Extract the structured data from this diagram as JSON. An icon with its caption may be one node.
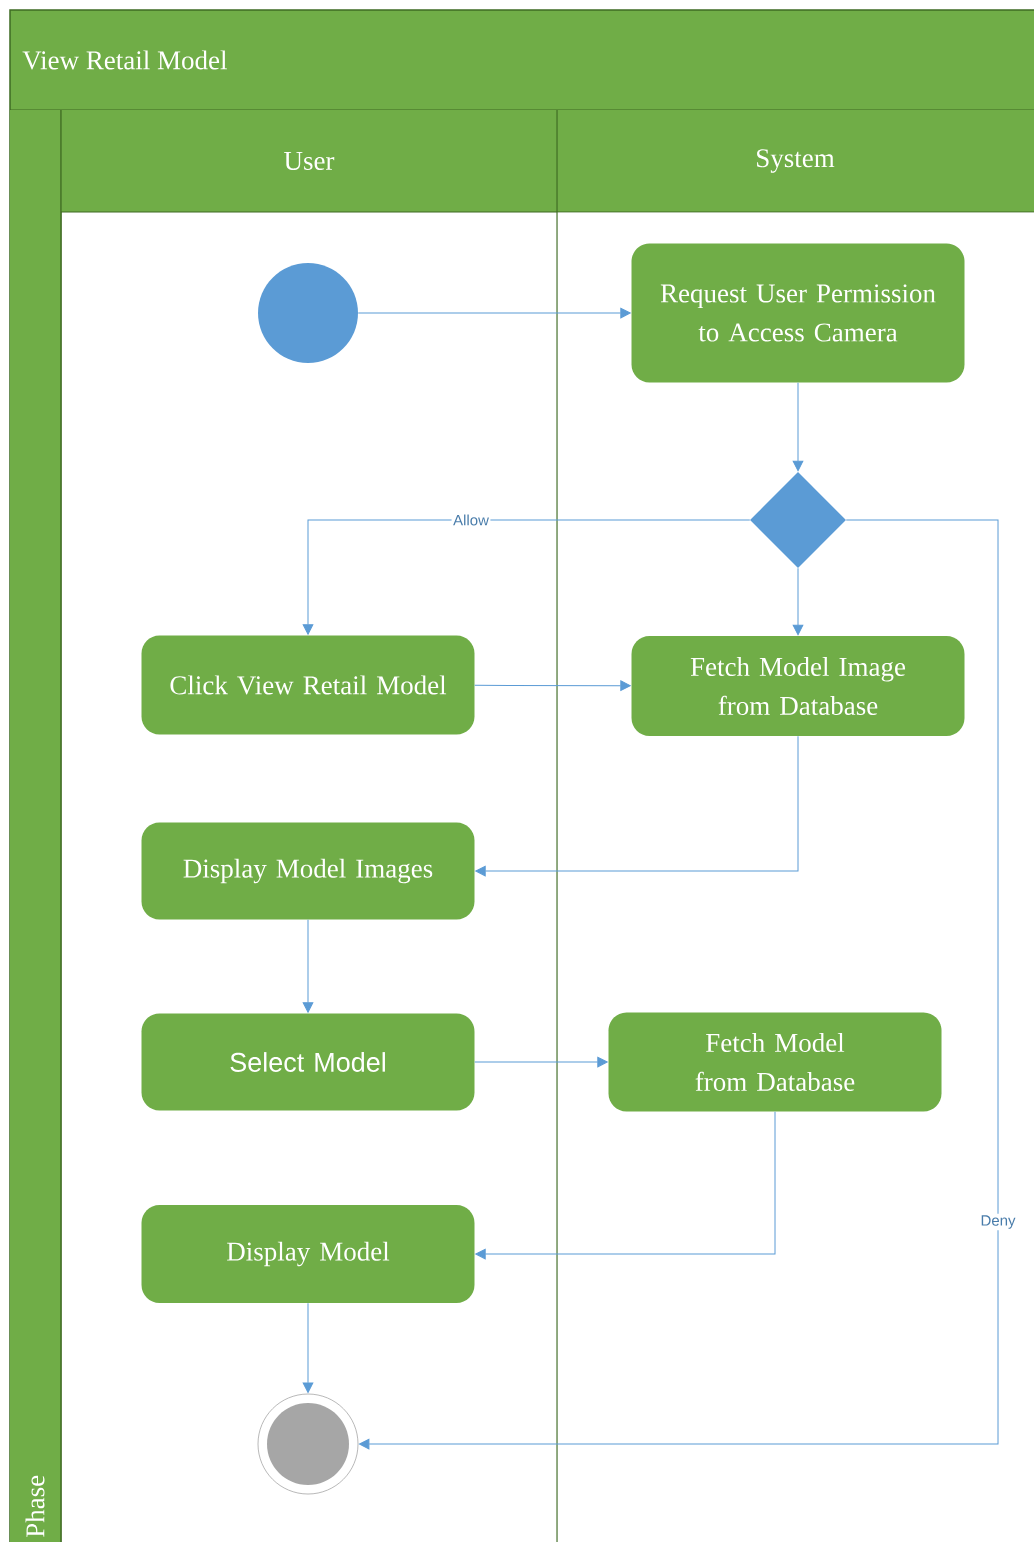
{
  "diagram": {
    "nodes": [
      {
        "text": [
          "View Retail Model"
        ]
      },
      {
        "text": [
          "User"
        ],
        "in": 0
      },
      {
        "text": [
          "System"
        ],
        "in": 0
      },
      {
        "text": [
          "Phase"
        ],
        "in": 0
      },
      {
        "text": [],
        "shape": "circle",
        "in": 1
      },
      {
        "text": [
          "Request User Permission to Access Camera"
        ],
        "in": 2
      },
      {
        "text": [],
        "shape": "diamond",
        "in": 2
      },
      {
        "text": [
          "Click View Retail Model"
        ],
        "in": 1
      },
      {
        "text": [
          "Fetch Model Image from Database"
        ],
        "in": 2
      },
      {
        "text": [
          "Display Model Images"
        ],
        "in": 1
      },
      {
        "text": [
          "Select Model"
        ],
        "in": 1
      },
      {
        "text": [
          "Fetch Model from Database"
        ],
        "in": 2
      },
      {
        "text": [
          "Display Model"
        ],
        "in": 1
      },
      {
        "text": [],
        "shape": "circle",
        "in": 1
      }
    ],
    "edges": [
      {
        "from": 4,
        "to": 5,
        "arrow": "to"
      },
      {
        "from": 5,
        "to": 6,
        "arrow": "to"
      },
      {
        "from": 6,
        "to": 7,
        "arrow": "to",
        "label": "Allow"
      },
      {
        "from": 6,
        "to": 8,
        "arrow": "to"
      },
      {
        "from": 7,
        "to": 8,
        "arrow": "to"
      },
      {
        "from": 8,
        "to": 9,
        "arrow": "to"
      },
      {
        "from": 9,
        "to": 10,
        "arrow": "to"
      },
      {
        "from": 10,
        "to": 11,
        "arrow": "to"
      },
      {
        "from": 11,
        "to": 12,
        "arrow": "to"
      },
      {
        "from": 12,
        "to": 13,
        "arrow": "to"
      },
      {
        "from": 6,
        "to": 13,
        "arrow": "to",
        "label": "Deny"
      }
    ]
  }
}
